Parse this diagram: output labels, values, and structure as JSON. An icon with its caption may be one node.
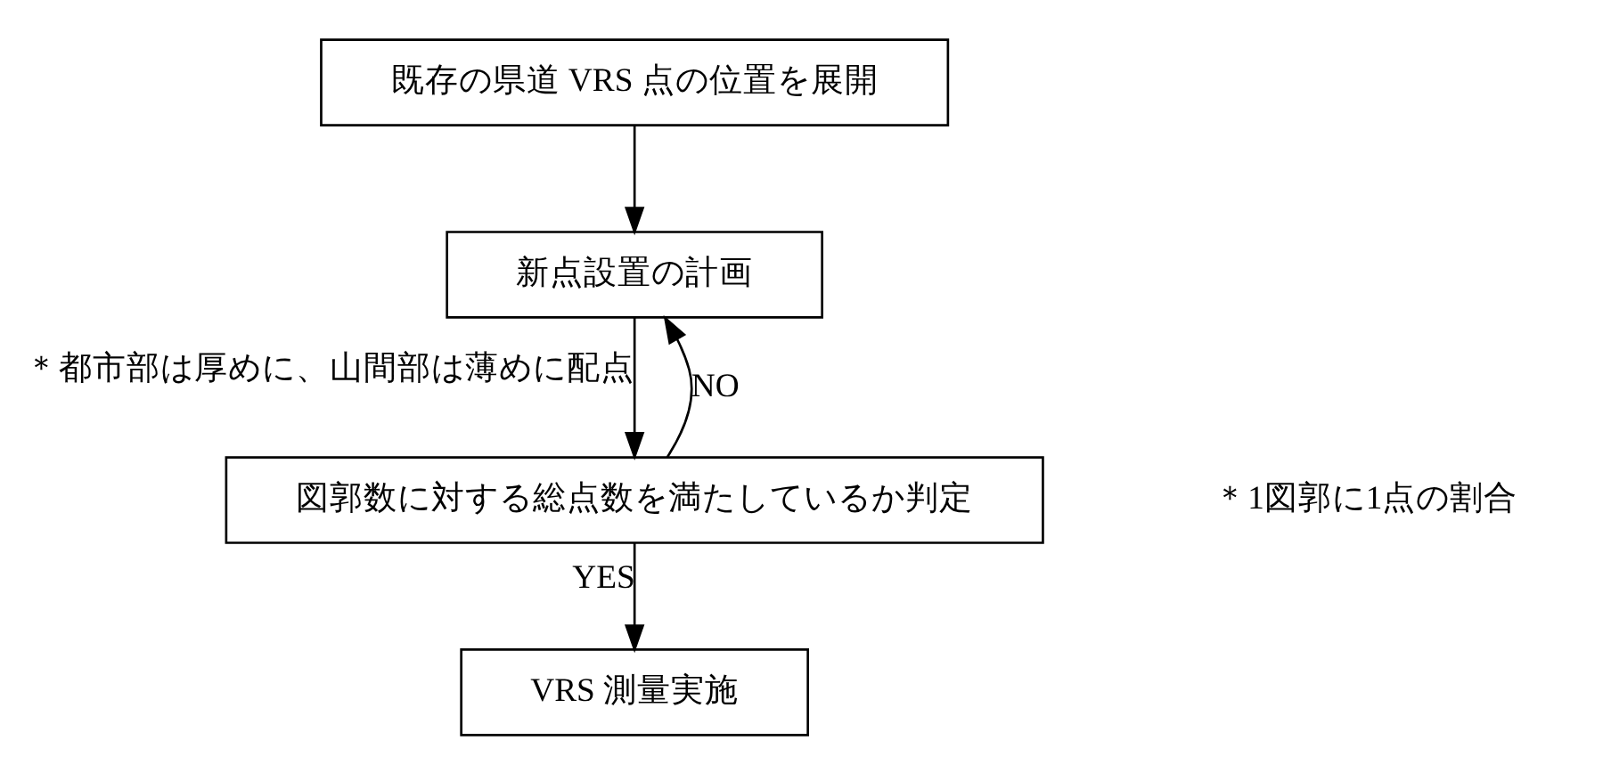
{
  "diagram": {
    "nodes": [
      {
        "text": [
          "既存の県道 VRS 点の位置を展開"
        ]
      },
      {
        "text": [
          "新点設置の計画"
        ]
      },
      {
        "text": [
          "図郭数に対する総点数を満たしているか判定"
        ]
      },
      {
        "text": [
          "VRS 測量実施"
        ]
      }
    ],
    "edges": [
      {
        "from": 0,
        "to": 1,
        "arrow": "to"
      },
      {
        "from": 1,
        "to": 2,
        "arrow": "to",
        "label": "＊都市部は厚めに、山間部は薄めに配点"
      },
      {
        "from": 2,
        "to": 3,
        "arrow": "to",
        "label": "YES"
      },
      {
        "from": 2,
        "to": 1,
        "arrow": "to",
        "label": "NO"
      }
    ],
    "labels": [
      "＊1図郭に1点の割合"
    ]
  }
}
